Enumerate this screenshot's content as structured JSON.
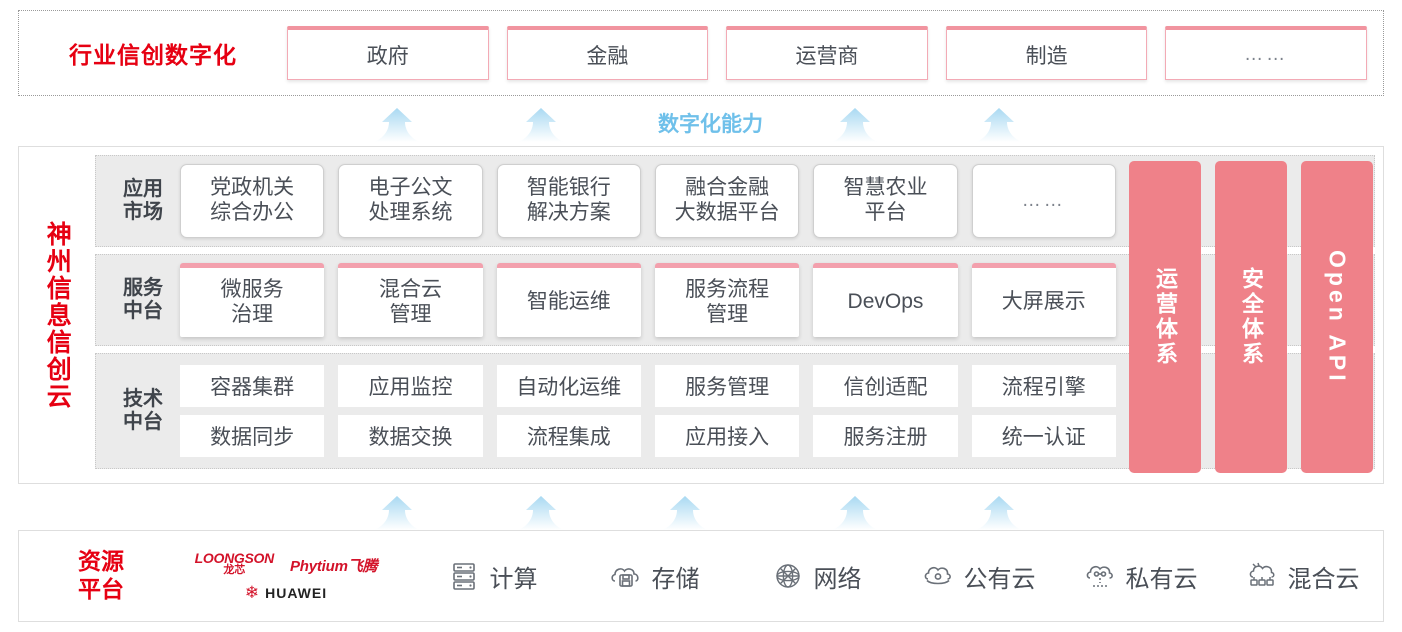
{
  "industry": {
    "title": "行业信创数字化",
    "boxes": [
      {
        "label": "政府"
      },
      {
        "label": "金融"
      },
      {
        "label": "运营商"
      },
      {
        "label": "制造"
      },
      {
        "label": "……"
      }
    ]
  },
  "capability_label": "数字化能力",
  "cloud": {
    "title": "神州信息信创云",
    "tiers": [
      {
        "label": "应用\n市场",
        "label_lines": [
          "应用",
          "市场"
        ],
        "boxes": [
          {
            "lines": [
              "党政机关",
              "综合办公"
            ]
          },
          {
            "lines": [
              "电子公文",
              "处理系统"
            ]
          },
          {
            "lines": [
              "智能银行",
              "解决方案"
            ]
          },
          {
            "lines": [
              "融合金融",
              "大数据平台"
            ]
          },
          {
            "lines": [
              "智慧农业",
              "平台"
            ]
          },
          {
            "lines": [
              "……"
            ]
          }
        ]
      },
      {
        "label_lines": [
          "服务",
          "中台"
        ],
        "boxes": [
          {
            "lines": [
              "微服务",
              "治理"
            ]
          },
          {
            "lines": [
              "混合云",
              "管理"
            ]
          },
          {
            "lines": [
              "智能运维"
            ]
          },
          {
            "lines": [
              "服务流程",
              "管理"
            ]
          },
          {
            "lines": [
              "DevOps"
            ]
          },
          {
            "lines": [
              "大屏展示"
            ]
          }
        ]
      },
      {
        "label_lines": [
          "技术",
          "中台"
        ],
        "rows": [
          [
            "容器集群",
            "应用监控",
            "自动化运维",
            "服务管理",
            "信创适配",
            "流程引擎"
          ],
          [
            "数据同步",
            "数据交换",
            "流程集成",
            "应用接入",
            "服务注册",
            "统一认证"
          ]
        ]
      }
    ],
    "pillars": [
      {
        "label": "运营体系",
        "latin": false
      },
      {
        "label": "安全体系",
        "latin": false
      },
      {
        "label": "Open API",
        "latin": true
      }
    ]
  },
  "resource": {
    "title_lines": [
      "资源",
      "平台"
    ],
    "vendors": [
      {
        "name_en": "LOONGSON",
        "name_cn": "龙芯"
      },
      {
        "name": "Phytium飞腾"
      },
      {
        "name": "HUAWEI"
      }
    ],
    "items": [
      {
        "label": "计算",
        "icon": "server-icon"
      },
      {
        "label": "存储",
        "icon": "cloud-storage-icon"
      },
      {
        "label": "网络",
        "icon": "network-icon"
      },
      {
        "label": "公有云",
        "icon": "public-cloud-icon"
      },
      {
        "label": "私有云",
        "icon": "private-cloud-icon"
      },
      {
        "label": "混合云",
        "icon": "hybrid-cloud-icon"
      }
    ]
  },
  "colors": {
    "brand_red": "#E60012",
    "pillar_pink": "#ef8189",
    "box_pink_border": "#f3a0ad",
    "arrow_blue": "#bfe2f5",
    "capability_blue": "#6fc0ea",
    "tier_bg": "#ebebeb"
  }
}
